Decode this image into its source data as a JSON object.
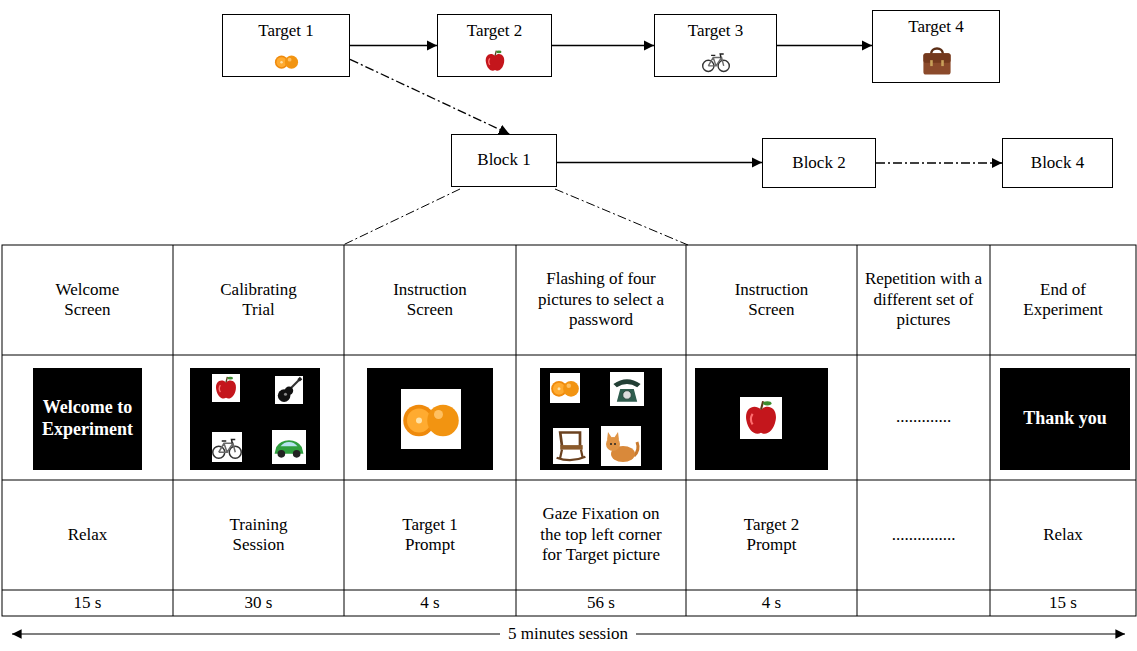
{
  "diagram": {
    "nodes": [
      {
        "text": [
          "Target 1"
        ]
      },
      {
        "text": [
          "Target 2"
        ]
      },
      {
        "text": [
          "Target 3"
        ]
      },
      {
        "text": [
          "Target 4"
        ]
      },
      {
        "text": [
          "Block 1"
        ]
      },
      {
        "text": [
          "Block 2"
        ]
      },
      {
        "text": [
          "Block 4"
        ]
      }
    ],
    "edges": [
      {
        "from": 0,
        "to": 1,
        "arrow": "to"
      },
      {
        "from": 1,
        "to": 2,
        "arrow": "to"
      },
      {
        "from": 2,
        "to": 3,
        "arrow": "to"
      },
      {
        "from": 0,
        "to": 4,
        "arrow": "to"
      },
      {
        "from": 4,
        "to": 5,
        "arrow": "to"
      },
      {
        "from": 5,
        "to": 6,
        "arrow": "to"
      }
    ],
    "labels": [
      "Welcome Screen",
      "Calibrating Trial",
      "Instruction Screen",
      "Flashing of four pictures to select a password",
      "Instruction Screen",
      "Repetition with a different set of pictures",
      "End of Experiment",
      "Welcome to Experiment",
      ".............",
      "Thank you",
      "Relax",
      "Training Session",
      "Target 1 Prompt",
      "Gaze Fixation on the top left corner for Target picture",
      "Target 2 Prompt",
      "...............",
      "Relax",
      "15 s",
      "30 s",
      "4 s",
      "56 s",
      "4 s",
      "15 s",
      "5 minutes session"
    ]
  }
}
